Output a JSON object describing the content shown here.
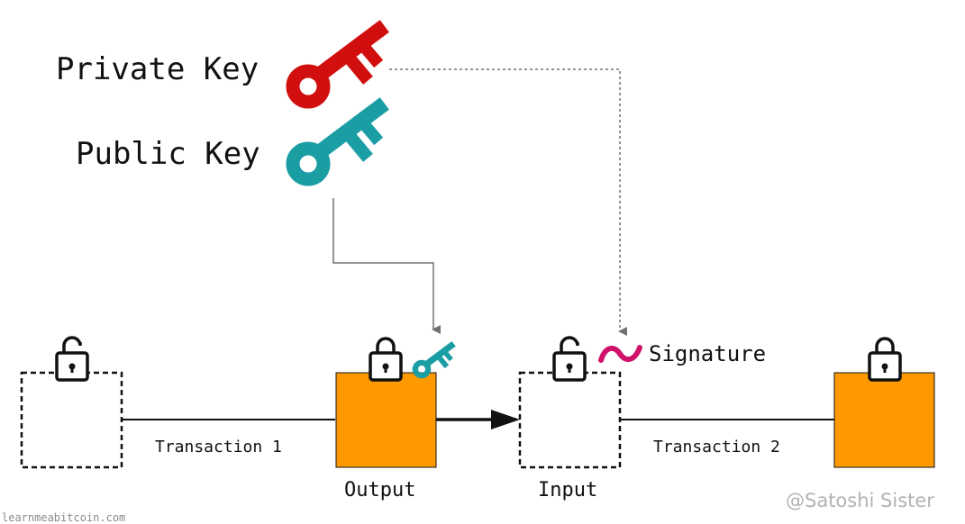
{
  "keys": {
    "private_label": "Private Key",
    "public_label": "Public Key",
    "private_color": "#d10f0f",
    "public_color": "#1a9ea4"
  },
  "transactions": {
    "tx1_label": "Transaction 1",
    "tx2_label": "Transaction 2",
    "output_label": "Output",
    "input_label": "Input",
    "box_fill": "#ff9900"
  },
  "signature": {
    "label": "Signature",
    "color": "#d0116b"
  },
  "footer": {
    "site": "learnmeabitcoin.com",
    "watermark": "@Satoshi Sister"
  },
  "icons": {
    "lock_open": "unlocked-padlock-icon",
    "lock_closed": "locked-padlock-icon",
    "key": "key-icon",
    "signature": "signature-tilde-icon"
  }
}
